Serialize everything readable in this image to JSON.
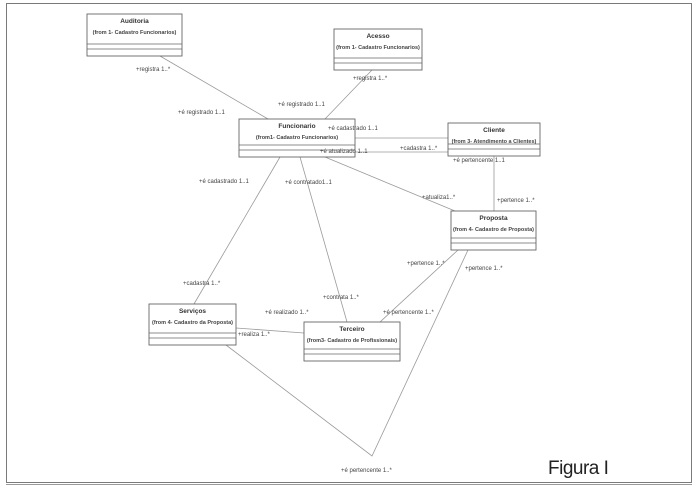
{
  "caption": "Figura I",
  "classes": [
    {
      "id": "auditoria",
      "name": "Auditoria",
      "package": "(from 1- Cadastro Funcionarios)"
    },
    {
      "id": "acesso",
      "name": "Acesso",
      "package": "(from 1- Cadastro Funcionarios)"
    },
    {
      "id": "funcionario",
      "name": "Funcionario",
      "package": "(from1- Cadastro Funcionarios)"
    },
    {
      "id": "cliente",
      "name": "Cliente",
      "package": "(from 3- Atendimento a Clientes)"
    },
    {
      "id": "proposta",
      "name": "Proposta",
      "package": "(from 4- Cadastro de Proposta)"
    },
    {
      "id": "servicos",
      "name": "Serviços",
      "package": "(from 4- Cadastro da Proposta)"
    },
    {
      "id": "terceiro",
      "name": "Terceiro",
      "package": "(from3- Cadastro de Profissionais)"
    }
  ],
  "associations": [
    {
      "from": "auditoria",
      "to": "funcionario",
      "from_role": "+registra 1..*",
      "to_role": "+é registrado 1..1"
    },
    {
      "from": "acesso",
      "to": "funcionario",
      "from_role": "+registra 1..*",
      "to_role": "+é registrado 1..1"
    },
    {
      "from": "funcionario",
      "to": "cliente",
      "from_role": "+é cadastrado 1..1",
      "to_role": "+cadastra 1..*"
    },
    {
      "from": "funcionario",
      "to": "cliente",
      "from_role": "+é atualizado 1..1",
      "to_role": ""
    },
    {
      "from": "funcionario",
      "to": "proposta",
      "from_role": "",
      "to_role": "+atualiza1..*"
    },
    {
      "from": "cliente",
      "to": "proposta",
      "from_role": "+é pertencente 1..1",
      "to_role": "+pertence 1..*"
    },
    {
      "from": "funcionario",
      "to": "servicos",
      "from_role": "+é cadastrado 1..1",
      "to_role": "+cadastra 1..*"
    },
    {
      "from": "funcionario",
      "to": "terceiro",
      "from_role": "+é contratado1..1",
      "to_role": "+contrata 1..*"
    },
    {
      "from": "proposta",
      "to": "terceiro",
      "from_role": "+pertence 1..*",
      "to_role": "+é pertencente 1..*"
    },
    {
      "from": "servicos",
      "to": "terceiro",
      "from_role": "+realiza 1..*",
      "to_role": "+é realizado 1..*"
    },
    {
      "from": "proposta",
      "to": "servicos",
      "from_role": "+pertence 1..*",
      "to_role": "+é pertencente 1..*"
    }
  ]
}
